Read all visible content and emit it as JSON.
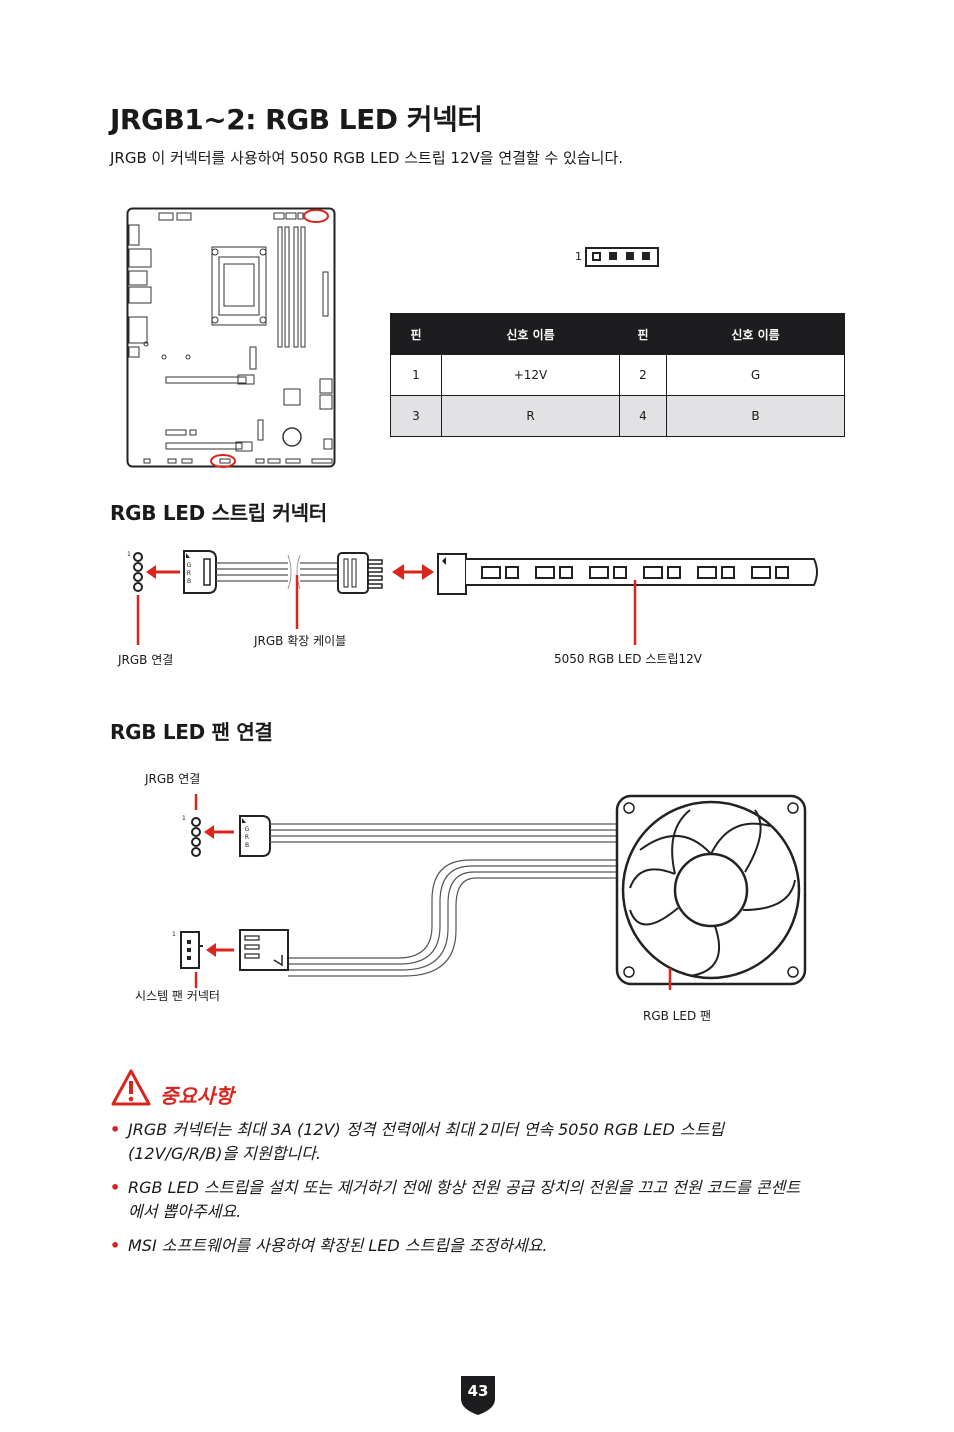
{
  "title": "JRGB1~2: RGB LED 커넥터",
  "lead": "JRGB 이 커넥터를 사용하여 5050 RGB LED 스트립 12V을 연결할 수 있습니다.",
  "pin_label": "1",
  "pin_table": {
    "headers": [
      "핀",
      "신호 이름",
      "핀",
      "신호 이름"
    ],
    "rows": [
      [
        "1",
        "+12V",
        "2",
        "G"
      ],
      [
        "3",
        "R",
        "4",
        "B"
      ]
    ]
  },
  "strip_section": {
    "heading": "RGB LED 스트립 커넥터",
    "pin_one": "1",
    "grb": [
      "G",
      "R",
      "B"
    ],
    "jrgb_connect": "JRGB 연결",
    "ext_cable": "JRGB 확장 케이블",
    "strip_label": "5050 RGB LED 스트립12V"
  },
  "fan_section": {
    "heading": "RGB LED 팬 연결",
    "pin_one": "1",
    "grb": [
      "G",
      "R",
      "B"
    ],
    "jrgb_connect": "JRGB 연결",
    "sys_fan": "시스템 팬 커넥터",
    "fan_label": "RGB LED 팬"
  },
  "notes": {
    "title": "중요사항",
    "items": [
      "JRGB  커넥터는 최대 3A (12V) 정격 전력에서 최대 2미터 연속 5050 RGB LED 스트립 (12V/G/R/B)을 지원합니다.",
      "RGB LED 스트립을 설치 또는 제거하기 전에 항상 전원 공급 장치의 전원을 끄고 전원 코드를 콘센트에서 뽑아주세요.",
      "MSI 소프트웨어를 사용하여 확장된 LED 스트립을 조정하세요."
    ]
  },
  "page_number": "43",
  "colors": {
    "accent": "#d9251c",
    "header_bg": "#1d1d1f",
    "row_shade": "#e2e2e4"
  }
}
